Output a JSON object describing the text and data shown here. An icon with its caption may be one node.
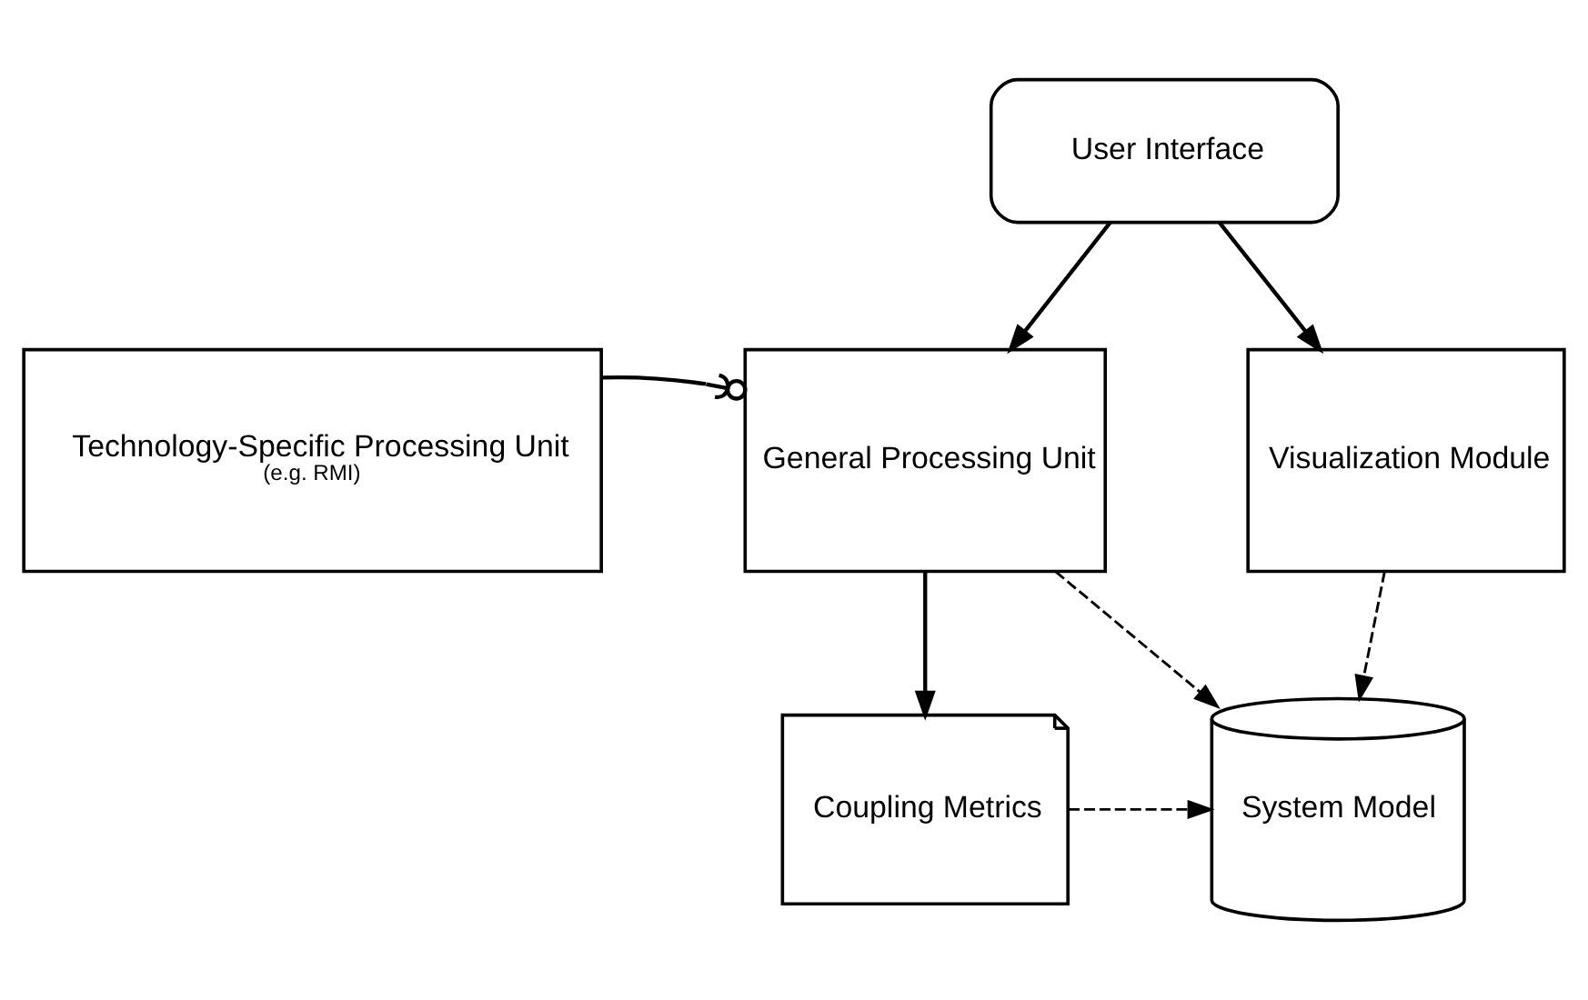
{
  "diagram": {
    "nodes": [
      {
        "text": [
          "User Interface"
        ]
      },
      {
        "text": [
          "Technology-Specific Processing Unit",
          "(e.g. RMI)"
        ]
      },
      {
        "text": [
          "General Processing Unit"
        ]
      },
      {
        "text": [
          "Visualization Module"
        ]
      },
      {
        "text": [
          "Coupling Metrics"
        ]
      },
      {
        "text": [
          "System Model"
        ]
      }
    ],
    "edges": [
      {
        "from": 0,
        "to": 2,
        "arrow": "to"
      },
      {
        "from": 0,
        "to": 3,
        "arrow": "to"
      },
      {
        "from": 1,
        "to": 2,
        "arrow": "other"
      },
      {
        "from": 2,
        "to": 4,
        "arrow": "to"
      },
      {
        "from": 2,
        "to": 5,
        "arrow": "to",
        "style": "dashed"
      },
      {
        "from": 3,
        "to": 5,
        "arrow": "to",
        "style": "dashed"
      },
      {
        "from": 4,
        "to": 5,
        "arrow": "to",
        "style": "dashed"
      }
    ]
  }
}
